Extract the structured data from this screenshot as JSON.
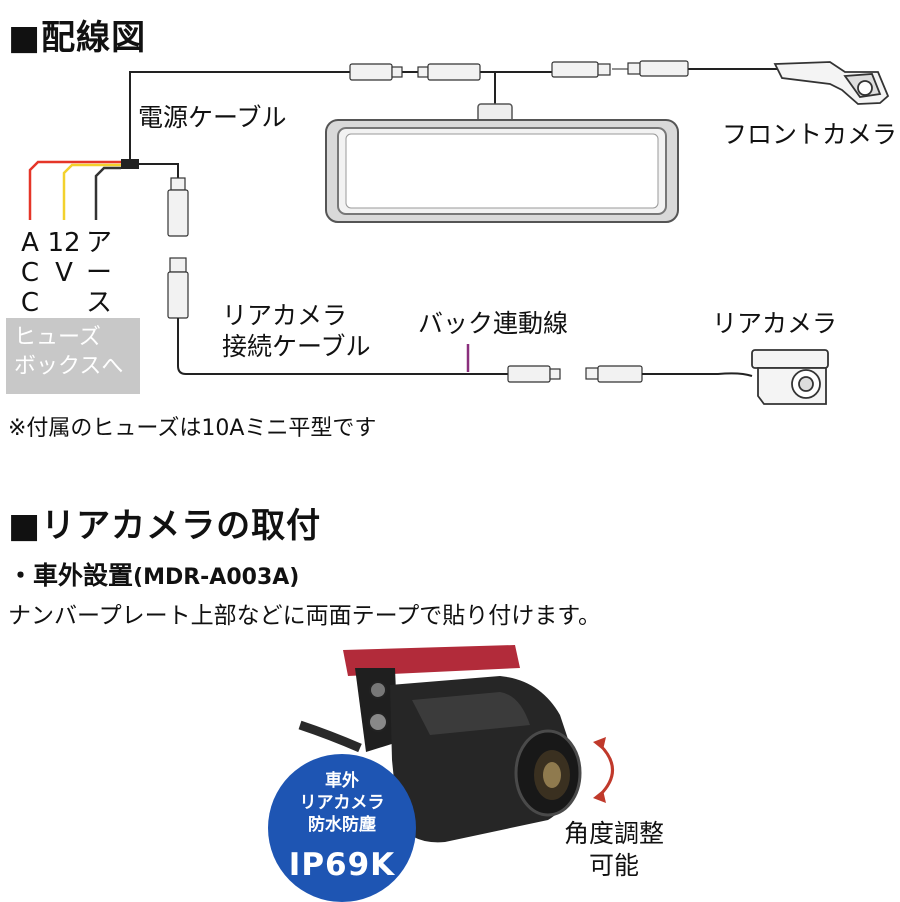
{
  "wiring": {
    "title": "■配線図",
    "power_cable": "電源ケーブル",
    "front_camera": "フロントカメラ",
    "acc": [
      "A",
      "C",
      "C"
    ],
    "v12": [
      "12",
      "V"
    ],
    "earth": [
      "ア",
      "ー",
      "ス"
    ],
    "fuse_box": [
      "ヒューズ",
      "ボックスへ"
    ],
    "rear_cable": [
      "リアカメラ",
      "接続ケーブル"
    ],
    "back_link": "バック連動線",
    "rear_camera": "リアカメラ",
    "note": "※付属のヒューズは10Aミニ平型です",
    "wire_colors": {
      "acc": "#e53528",
      "v12": "#f3d12c",
      "earth": "#333333",
      "back": "#8a2f7d"
    }
  },
  "mounting": {
    "title": "■リアカメラの取付",
    "subtitle": "・車外設置",
    "model": "(MDR-A003A)",
    "description": "ナンバープレート上部などに両面テープで貼り付けます。",
    "badge": [
      "車外",
      "リアカメラ",
      "防水防塵"
    ],
    "rating": "IP69K",
    "angle_note": [
      "角度調整",
      "可能"
    ],
    "accent_color": "#1e55b3"
  }
}
